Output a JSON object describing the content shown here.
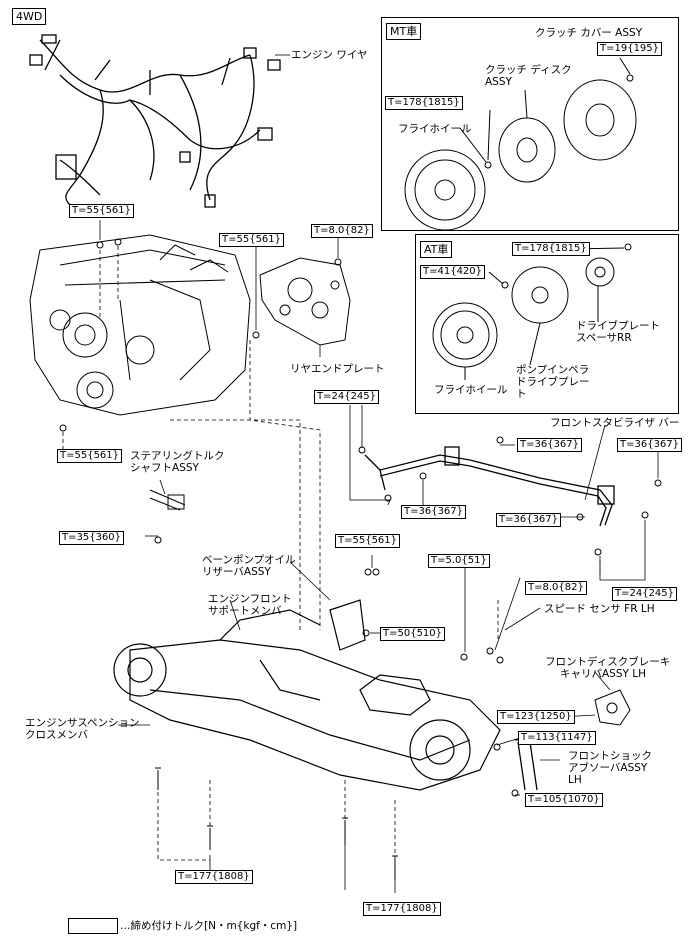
{
  "variant_tag": "4WD",
  "mt_panel": {
    "title": "MT車",
    "clutch_cover": "クラッチ カバー ASSY",
    "torque_cover": "T=19{195}",
    "clutch_disc_line1": "クラッチ ディスク",
    "clutch_disc_line2": "ASSY",
    "torque_flywheel": "T=178{1815}",
    "flywheel": "フライホイール"
  },
  "at_panel": {
    "title": "AT車",
    "torque_top": "T=178{1815}",
    "torque_left": "T=41{420}",
    "spacer_line1": "ドライブプレート",
    "spacer_line2": "スペーサRR",
    "pump_line1": "ポンプインペラ",
    "pump_line2": "ドライブプレー",
    "pump_line3": "ト",
    "flywheel": "フライホイール"
  },
  "labels": {
    "engine_wire": "エンジン ワイヤ",
    "rear_end_plate": "リヤエンドプレート",
    "stabilizer_bar": "フロントスタビライザ バー",
    "steering_shaft_line1": "ステアリングトルク",
    "steering_shaft_line2": "シャフトASSY",
    "vane_pump_line1": "ベーンポンプオイル",
    "vane_pump_line2": "リザーバASSY",
    "support_member_line1": "エンジンフロント",
    "support_member_line2": "サポートメンバ",
    "speed_sensor": "スピード センサ FR LH",
    "caliper_line1": "フロントディスクブレーキ",
    "caliper_line2": "キャリパASSY LH",
    "crossmember_line1": "エンジンサスペンション",
    "crossmember_line2": "クロスメンバ",
    "shock_line1": "フロントショック",
    "shock_line2": "アブソーバASSY",
    "shock_line3": "LH"
  },
  "torques": {
    "t55_top": "T=55{561}",
    "t55_mid": "T=55{561}",
    "t80_top": "T=8.0{82}",
    "t24_top": "T=24{245}",
    "t55_left": "T=55{561}",
    "t36_a": "T=36{367}",
    "t36_b": "T=36{367}",
    "t36_c": "T=36{367}",
    "t36_d": "T=36{367}",
    "t35": "T=35{360}",
    "t55_pump": "T=55{561}",
    "t50": "T=5.0{51}",
    "t80_mid": "T=8.0{82}",
    "t24_right": "T=24{245}",
    "t50_510": "T=50{510}",
    "t123": "T=123{1250}",
    "t113": "T=113{1147}",
    "t105": "T=105{1070}",
    "t177_left": "T=177{1808}",
    "t177_right": "T=177{1808}"
  },
  "legend": {
    "text": "…締め付けトルク[N・m{kgf・cm}]"
  }
}
